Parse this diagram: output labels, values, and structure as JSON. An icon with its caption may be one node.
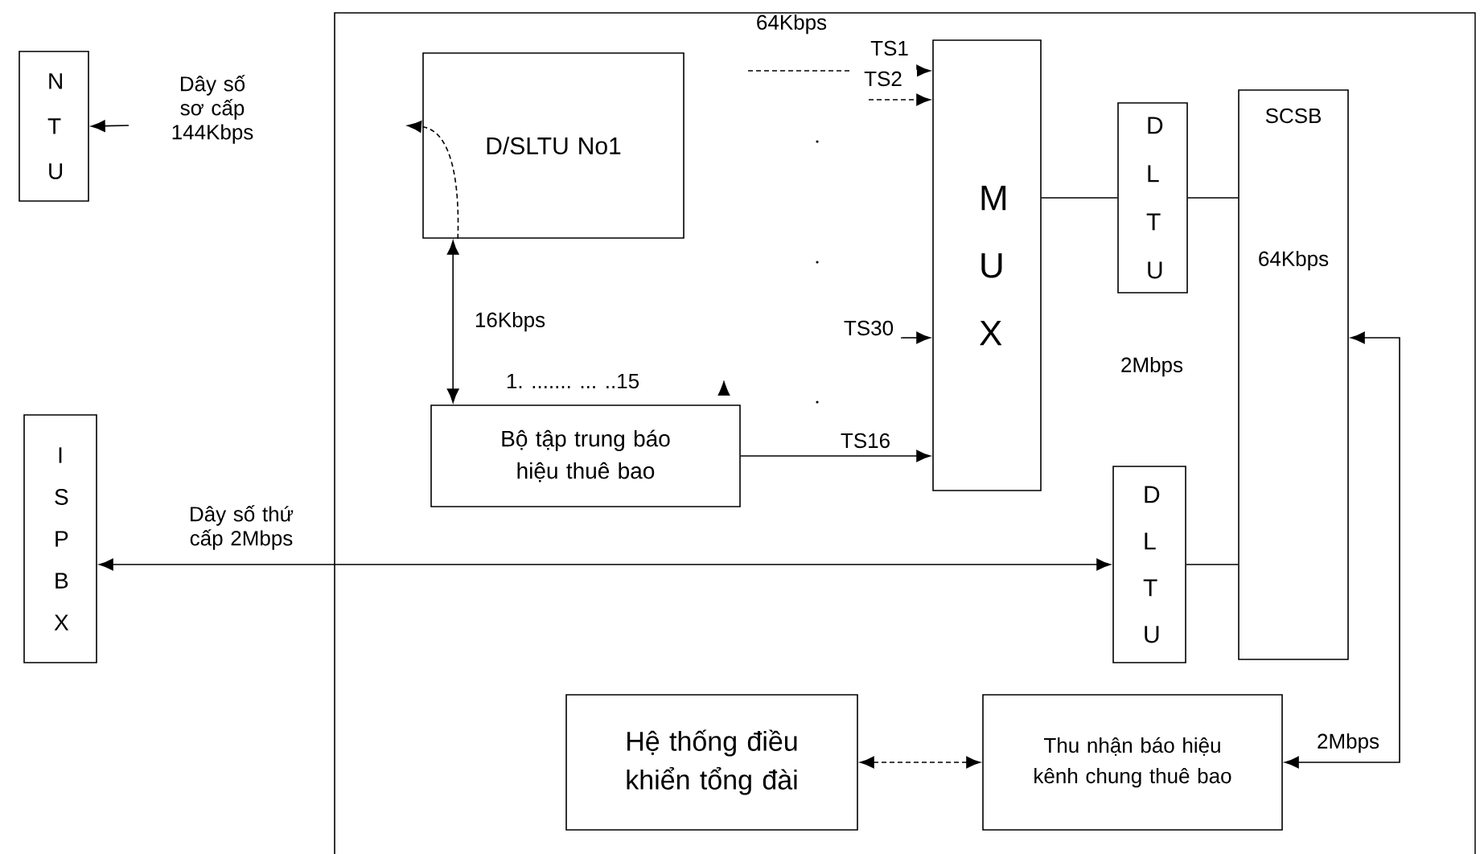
{
  "diagram": {
    "nodes": [
      {
        "text": [
          "N T U"
        ]
      },
      {
        "text": [
          "I S P B X"
        ]
      },
      {
        "text": [
          "D/SLTU No1"
        ]
      },
      {
        "text": [
          "Bộ tập trung báo hiệu thuê bao"
        ]
      },
      {
        "text": [
          "M U X"
        ]
      },
      {
        "text": [
          "D L T U"
        ]
      },
      {
        "text": [
          "SCSB",
          "64Kbps"
        ]
      },
      {
        "text": [
          "D L T U"
        ]
      },
      {
        "text": [
          "Hệ thống điều khiển tổng đài"
        ]
      },
      {
        "text": [
          "Thu nhận báo hiệu kênh chung thuê bao"
        ]
      }
    ],
    "edges": [
      {
        "from": null,
        "to": 0,
        "arrow": "to",
        "label": "Dây số sơ cấp 144Kbps"
      },
      {
        "from": 2,
        "to": null,
        "arrow": "to",
        "style": "dashed"
      },
      {
        "from": 2,
        "to": 3,
        "arrow": "both",
        "label": "16Kbps"
      },
      {
        "from": null,
        "to": 4,
        "arrow": "to",
        "label": "TS1",
        "style": "dashed"
      },
      {
        "from": null,
        "to": 4,
        "arrow": "to",
        "label": "TS2",
        "style": "dashed"
      },
      {
        "from": null,
        "to": 4,
        "arrow": "to",
        "label": "TS30"
      },
      {
        "from": 3,
        "to": 4,
        "arrow": "to",
        "label": "TS16"
      },
      {
        "from": 4,
        "to": 5,
        "arrow": "none"
      },
      {
        "from": 5,
        "to": 6,
        "arrow": "none"
      },
      {
        "from": 1,
        "to": 7,
        "arrow": "both",
        "label": "Dây số thứ cấp 2Mbps"
      },
      {
        "from": 7,
        "to": 6,
        "arrow": "none"
      },
      {
        "from": 9,
        "to": 6,
        "arrow": "both",
        "label": "2Mbps"
      },
      {
        "from": 8,
        "to": 9,
        "arrow": "both",
        "style": "dashed"
      }
    ],
    "labels": [
      "64Kbps",
      "1. ....... ... ..15",
      "2Mbps"
    ]
  }
}
